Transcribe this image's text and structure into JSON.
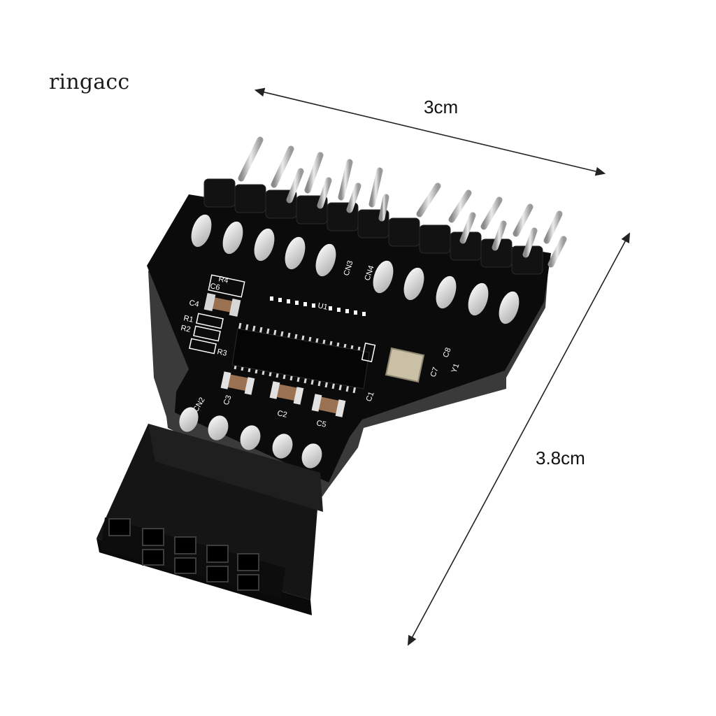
{
  "watermark": "ringacc",
  "dimensions": {
    "width": "3cm",
    "height": "3.8cm"
  },
  "silkscreen": {
    "u1": "U1",
    "cn2": "CN2",
    "cn3": "CN3",
    "cn4": "CN4",
    "c1": "C1",
    "c2": "C2",
    "c3": "C3",
    "c4": "C4",
    "c5": "C5",
    "c6": "C6",
    "c7": "C7",
    "c8": "C8",
    "r1": "R1",
    "r2": "R2",
    "r3": "R3",
    "r4": "R4",
    "y1": "Y1"
  },
  "colors": {
    "pcb": "#0b0b0b",
    "pin": "#c8c8c8",
    "arrow": "#222222"
  }
}
